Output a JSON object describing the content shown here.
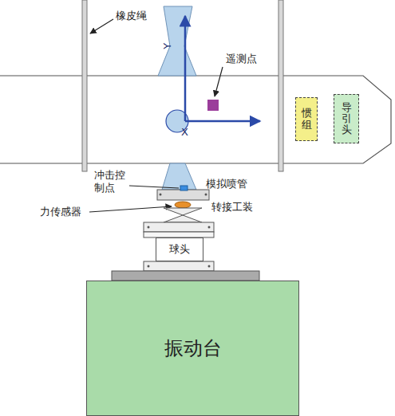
{
  "diagram": {
    "nodes": [
      {
        "text": [
          "惯组"
        ]
      },
      {
        "text": [
          "导引头"
        ]
      },
      {
        "text": [
          "球头"
        ]
      },
      {
        "text": [
          "振动台"
        ]
      }
    ],
    "labels": [
      "橡皮绳",
      "遥测点",
      "Y",
      "X",
      "冲击控制点",
      "模拟喷管",
      "力传感器",
      "转接工装"
    ]
  }
}
